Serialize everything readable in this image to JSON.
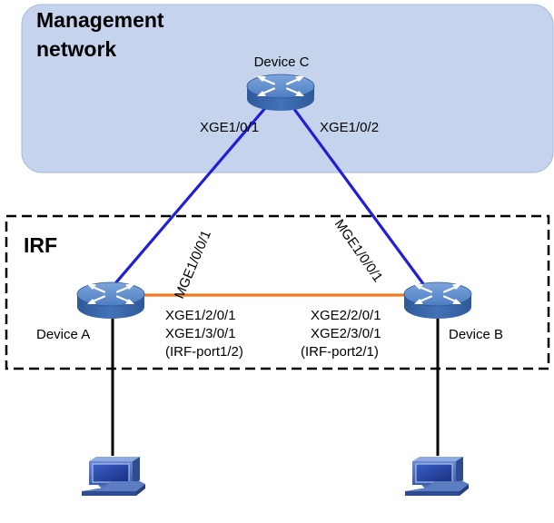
{
  "management_network": {
    "title_line1": "Management",
    "title_line2": "network",
    "fill_color": "#c5d3ec"
  },
  "irf": {
    "label": "IRF"
  },
  "devices": {
    "c": {
      "name": "Device C",
      "port_left": "XGE1/0/1",
      "port_right": "XGE1/0/2"
    },
    "a": {
      "name": "Device A",
      "mgmt_port": "MGE1/0/0/1",
      "irf_ports": [
        "XGE1/2/0/1",
        "XGE1/3/0/1",
        "(IRF-port1/2)"
      ]
    },
    "b": {
      "name": "Device B",
      "mgmt_port": "MGE1/0/0/1",
      "irf_ports": [
        "XGE2/2/0/1",
        "XGE2/3/0/1",
        "(IRF-port2/1)"
      ]
    }
  },
  "colors": {
    "mgmt_link": "#1f1fd6",
    "irf_link": "#f07a1e",
    "switch_body": "#3f6db3"
  },
  "icons": {
    "switch": "l3-switch-icon",
    "host": "desktop-pc-icon"
  }
}
